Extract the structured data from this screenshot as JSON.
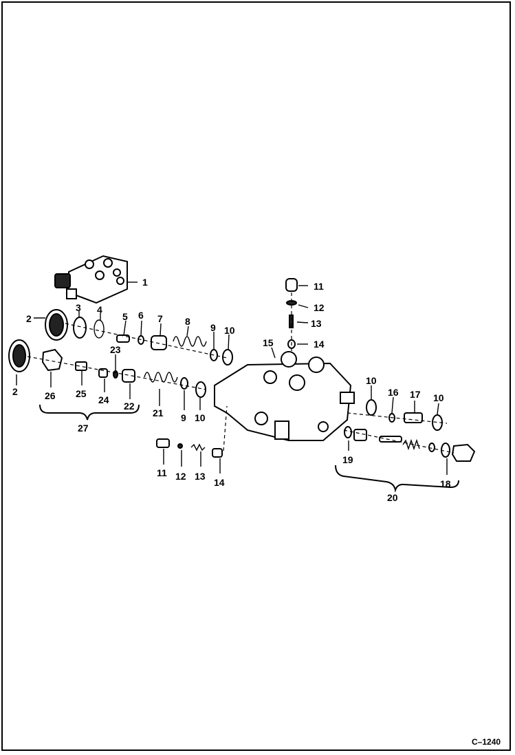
{
  "figure": {
    "code": "C–1240"
  },
  "callouts": {
    "c1": "1",
    "c2a": "2",
    "c2b": "2",
    "c3": "3",
    "c4": "4",
    "c5": "5",
    "c6": "6",
    "c7": "7",
    "c8": "8",
    "c9a": "9",
    "c9b": "9",
    "c10a": "10",
    "c10b": "10",
    "c10c": "10",
    "c10d": "10",
    "c11a": "11",
    "c11b": "11",
    "c12a": "12",
    "c12b": "12",
    "c13a": "13",
    "c13b": "13",
    "c14a": "14",
    "c14b": "14",
    "c15": "15",
    "c16": "16",
    "c17": "17",
    "c18": "18",
    "c19": "19",
    "c20": "20",
    "c21": "21",
    "c22": "22",
    "c23": "23",
    "c24": "24",
    "c25": "25",
    "c26": "26",
    "c27": "27"
  }
}
